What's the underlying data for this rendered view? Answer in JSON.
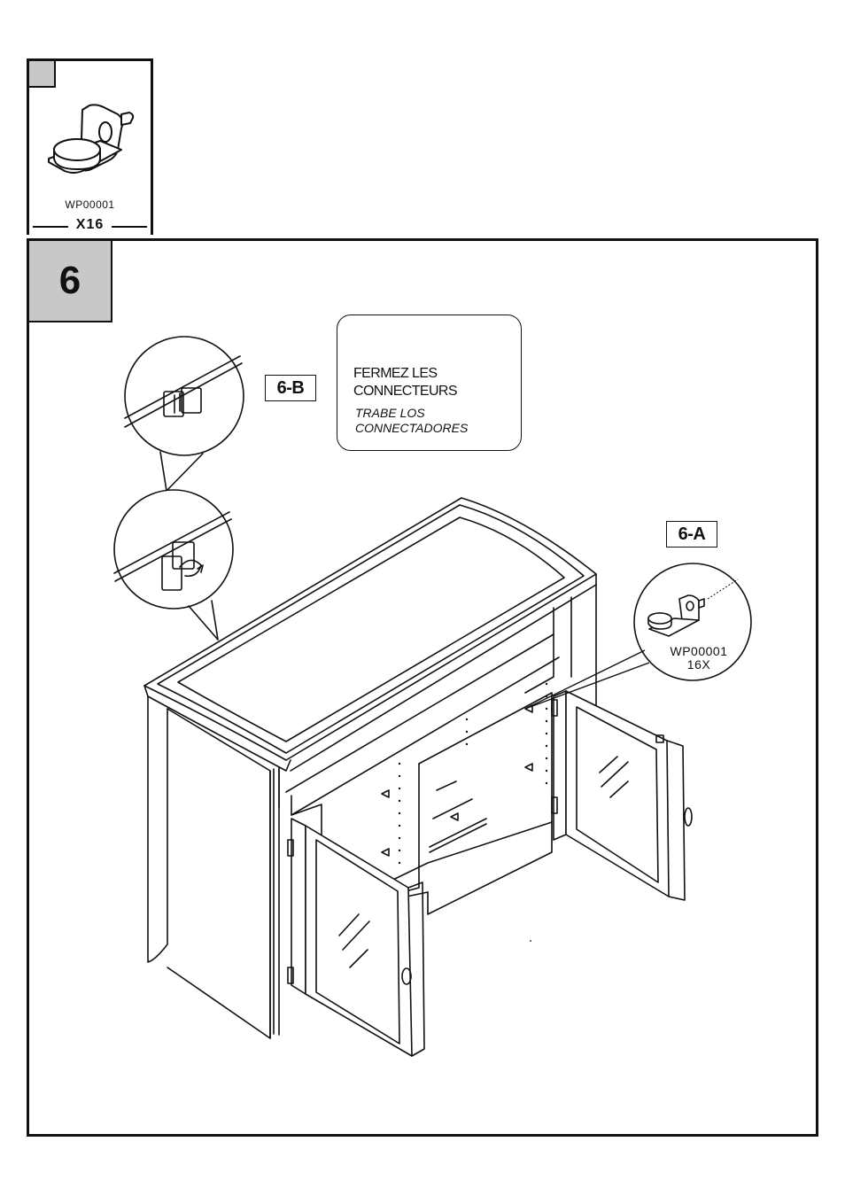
{
  "parts_panel": {
    "part_code": "WP00001",
    "quantity": "X16"
  },
  "step": {
    "number": "6",
    "callout_b_label": "6-B",
    "callout_a_label": "6-A",
    "instruction_fr_line1": "FERMEZ LES",
    "instruction_fr_line2": "CONNECTEURS",
    "instruction_es_line1": "TRABE LOS",
    "instruction_es_line2": "CONNECTADORES",
    "detail_a_code": "WP00001",
    "detail_a_qty": "16X"
  },
  "icons": [
    "shelf-pin-icon",
    "cam-lock-open-icon",
    "cam-lock-closed-icon",
    "tv-cabinet-illustration"
  ]
}
